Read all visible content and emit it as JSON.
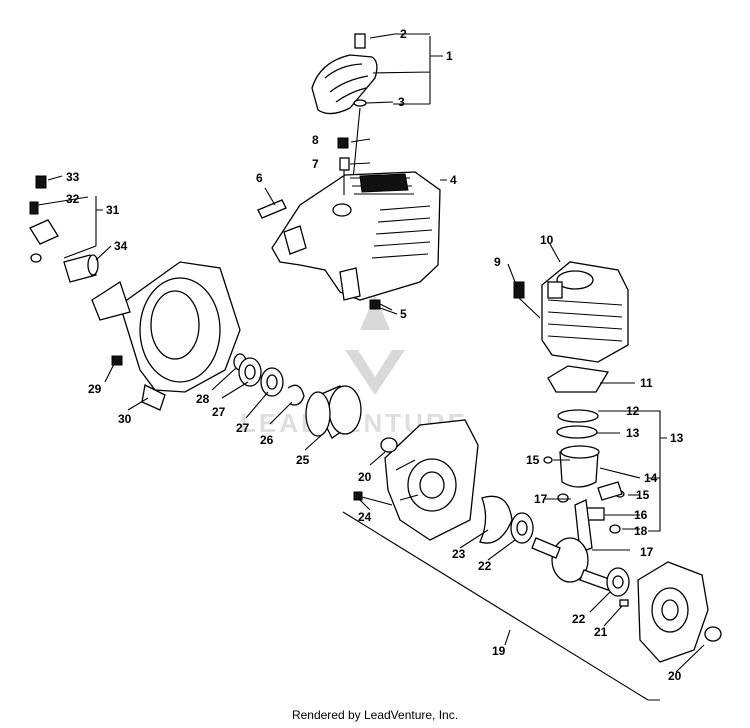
{
  "footer": "Rendered by LeadVenture, Inc.",
  "watermark": "LEADVENTURE",
  "callouts": [
    "1",
    "2",
    "3",
    "4",
    "5",
    "6",
    "7",
    "8",
    "9",
    "10",
    "11",
    "12",
    "13",
    "13",
    "14",
    "15",
    "15",
    "16",
    "17",
    "17",
    "18",
    "19",
    "20",
    "20",
    "21",
    "22",
    "22",
    "23",
    "24",
    "25",
    "26",
    "27",
    "27",
    "28",
    "29",
    "30",
    "31",
    "32",
    "33",
    "34"
  ]
}
